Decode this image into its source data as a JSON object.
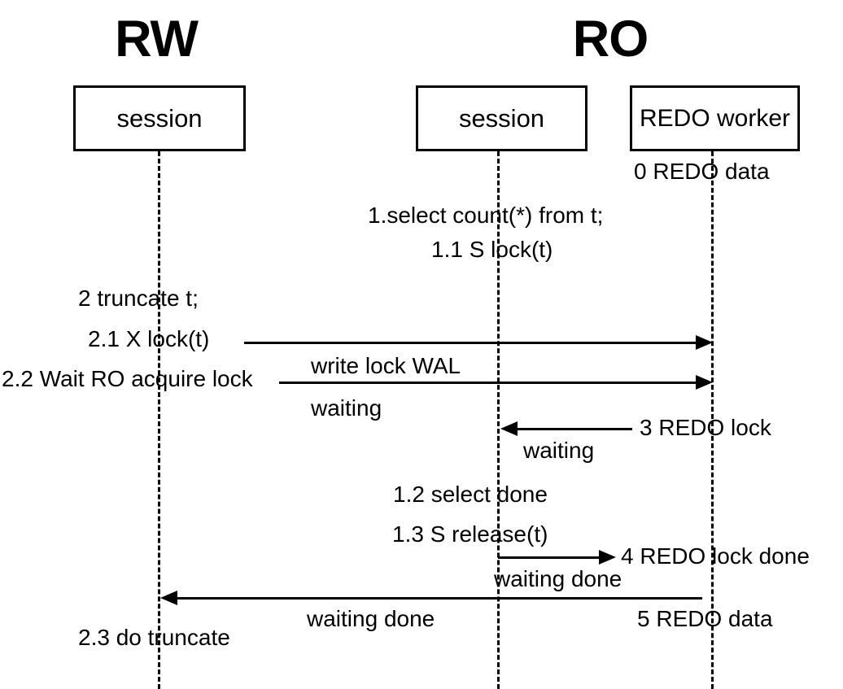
{
  "diagram": {
    "headers": {
      "rw": "RW",
      "ro": "RO"
    },
    "participants": {
      "rw_session": "session",
      "ro_session": "session",
      "redo_worker": "REDO worker"
    },
    "labels": {
      "redo_data_0": "0 REDO data",
      "select_count": "1.select count(*) from t;",
      "s_lock": "1.1 S lock(t)",
      "truncate": "2 truncate t;",
      "x_lock": "2.1 X lock(t)",
      "wait_ro_acquire": "2.2 Wait RO acquire lock",
      "write_lock_wal": "write lock WAL",
      "waiting_1": "waiting",
      "redo_lock_3": "3 REDO lock",
      "waiting_2": "waiting",
      "select_done": "1.2 select done",
      "s_release": "1.3 S release(t)",
      "redo_lock_done_4": "4 REDO lock done",
      "waiting_done_1": "waiting done",
      "waiting_done_2": "waiting done",
      "redo_data_5": "5 REDO data",
      "do_truncate": "2.3 do truncate"
    },
    "colors": {
      "ink": "#000000",
      "background": "#ffffff"
    }
  }
}
